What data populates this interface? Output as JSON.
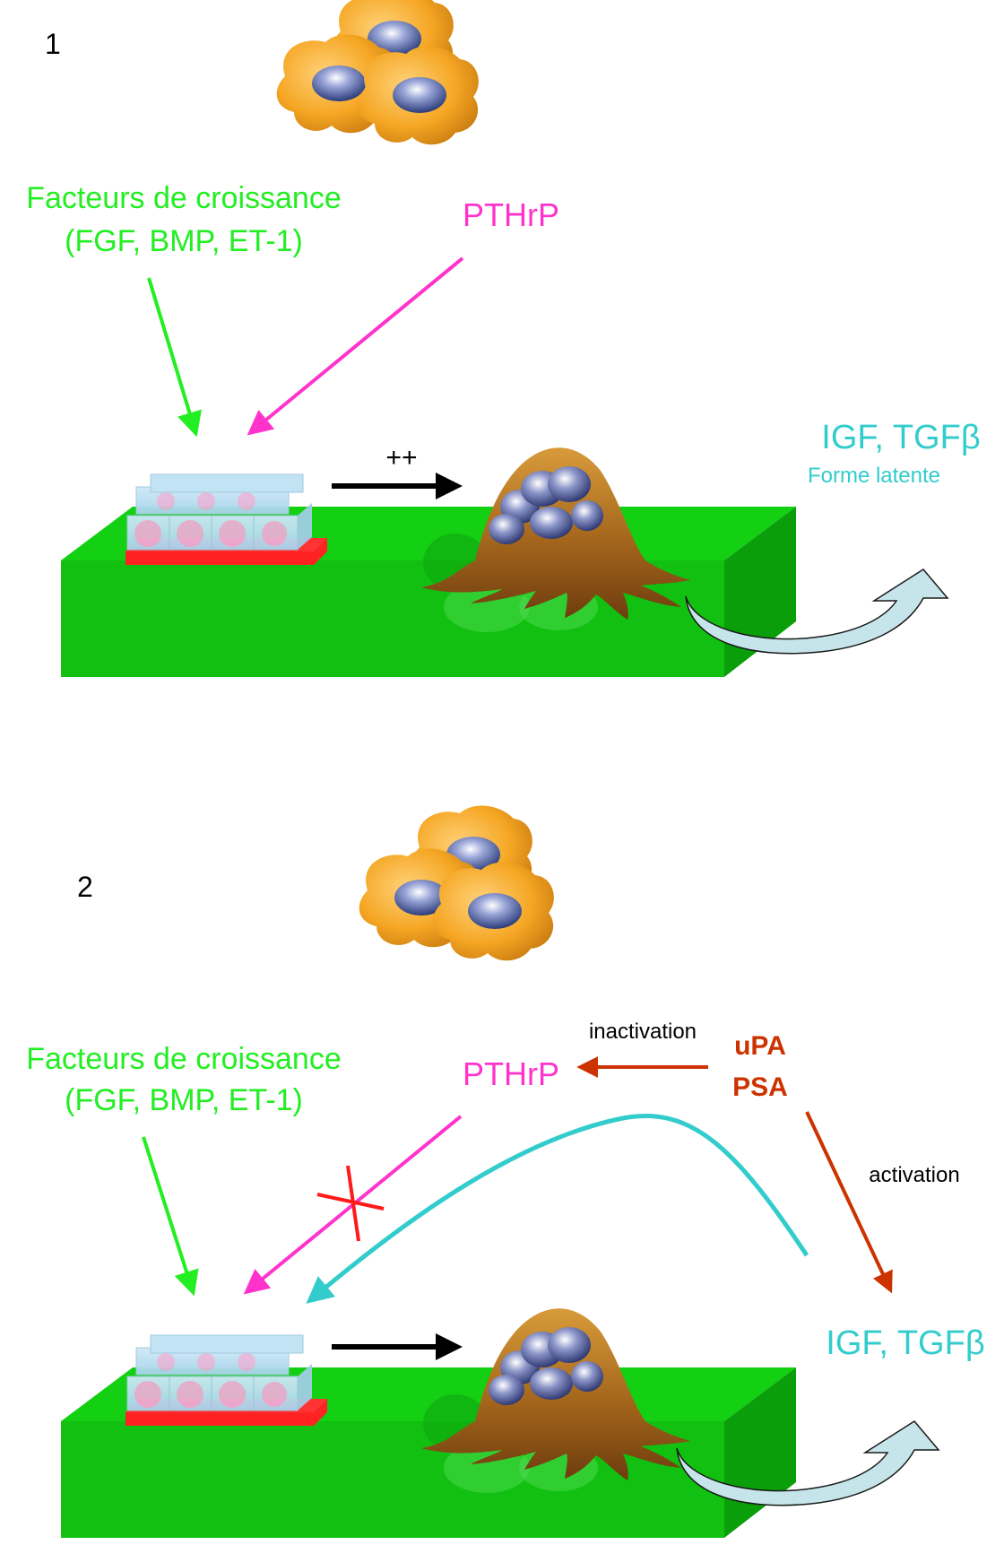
{
  "panels": [
    {
      "number": "1",
      "growth_factors_line1": "Facteurs de croissance",
      "growth_factors_line2": "(FGF, BMP, ET-1)",
      "pthrp": "PTHrP",
      "plus": "++",
      "igf_tgf": "IGF, TGFβ",
      "latent_form": "Forme latente"
    },
    {
      "number": "2",
      "growth_factors_line1": "Facteurs de croissance",
      "growth_factors_line2": "(FGF, BMP, ET-1)",
      "pthrp": "PTHrP",
      "inactivation": "inactivation",
      "upa": "uPA",
      "psa": "PSA",
      "activation": "activation",
      "igf_tgf": "IGF, TGFβ"
    }
  ],
  "colors": {
    "green_text": "#22ee22",
    "magenta": "#ff33cc",
    "cyan": "#33cccc",
    "brown_red": "#cc3300",
    "bone_green": "#11c011",
    "osteoblast_pad": "#ff2222",
    "osteoclast": "#a0641c",
    "tumor_cell": "#f5a623"
  },
  "icons": {
    "tumor_cells": "tumor-cell-cluster",
    "osteoblasts": "osteoblast-layer",
    "osteoclast": "osteoclast-cell",
    "bone": "bone-block",
    "release_arrow": "curved-release-arrow",
    "block": "red-cross-icon"
  }
}
